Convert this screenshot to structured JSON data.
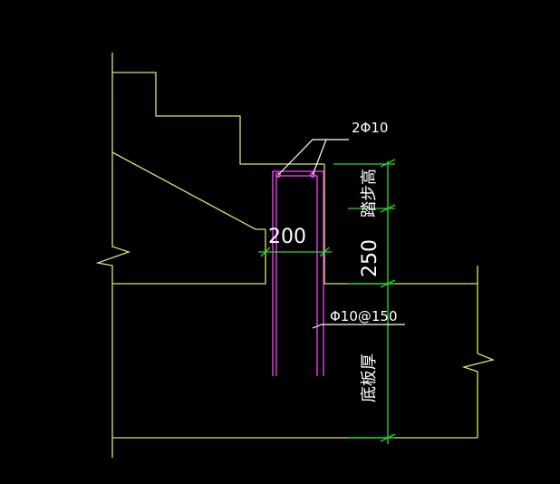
{
  "colors": {
    "background": "#000000",
    "concrete_outline": "#e0e070",
    "rebar": "#ff44ff",
    "dimension": "#22dd22",
    "leader": "#ffffff",
    "text": "#ffffff"
  },
  "labels": {
    "top_bars": "2Φ10",
    "stirrup": "Φ10@150",
    "width_dim": "200",
    "depth_dim": "250",
    "step_height": "踏步高",
    "slab_thickness": "底板厚"
  }
}
